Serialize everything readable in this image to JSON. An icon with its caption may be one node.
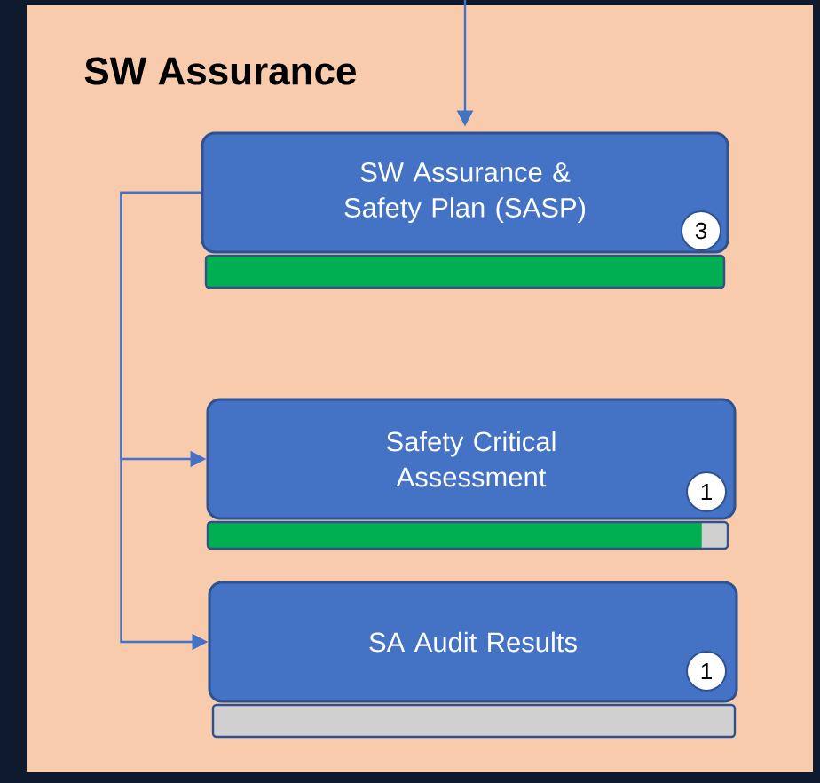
{
  "diagram": {
    "nodes": [
      {
        "text": [
          "SW Assurance"
        ]
      },
      {
        "text": [
          "SW Assurance & Safety Plan (SASP)"
        ],
        "in": 0
      },
      {
        "text": [
          "3"
        ],
        "in": 1
      },
      {
        "text": [
          "Safety Critical Assessment"
        ],
        "in": 0
      },
      {
        "text": [
          "1"
        ],
        "in": 3
      },
      {
        "text": [
          "SA Audit Results"
        ],
        "in": 0
      },
      {
        "text": [
          "1"
        ],
        "in": 5
      }
    ],
    "edges": [
      {
        "from": null,
        "to": 1,
        "arrow": "to"
      },
      {
        "from": 1,
        "to": 3,
        "arrow": "to"
      },
      {
        "from": 1,
        "to": 5,
        "arrow": "to"
      }
    ]
  }
}
